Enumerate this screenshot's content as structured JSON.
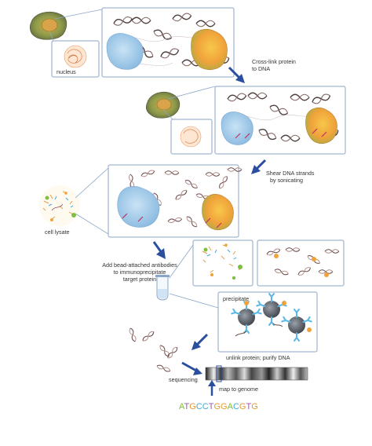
{
  "labels": {
    "nucleus": "nucleus",
    "step1_line1": "Cross-link protein",
    "step1_line2": "to DNA",
    "step2_line1": "Shear DNA strands",
    "step2_line2": "by sonicating",
    "cell_lysate": "cell lysate",
    "step3_line1": "Add bead-attached antibodies",
    "step3_line2": "to immunoprecipitate",
    "step3_line3": "target protein",
    "precipitate": "precipitate",
    "unlink": "unlink protein; purify DNA",
    "sequencing": "sequencing",
    "map_to_genome": "map to genome"
  },
  "sequence": {
    "letters": [
      "A",
      "T",
      "G",
      "C",
      "C",
      "T",
      "G",
      "G",
      "A",
      "C",
      "G",
      "T",
      "G"
    ],
    "colors": [
      "#7fbf3f",
      "#9b59b6",
      "#e69b2f",
      "#3fa9d6",
      "#3fa9d6",
      "#9b59b6",
      "#e69b2f",
      "#e69b2f",
      "#7fbf3f",
      "#3fa9d6",
      "#e69b2f",
      "#9b59b6",
      "#e69b2f"
    ]
  },
  "colors": {
    "arrow": "#2a4f9e",
    "panel_border": "#8aa6c8",
    "protein_blue": "#9cc6e8",
    "protein_orange": "#f0a23a",
    "bead": "#5c5f66",
    "antibody": "#5ab7e6"
  }
}
